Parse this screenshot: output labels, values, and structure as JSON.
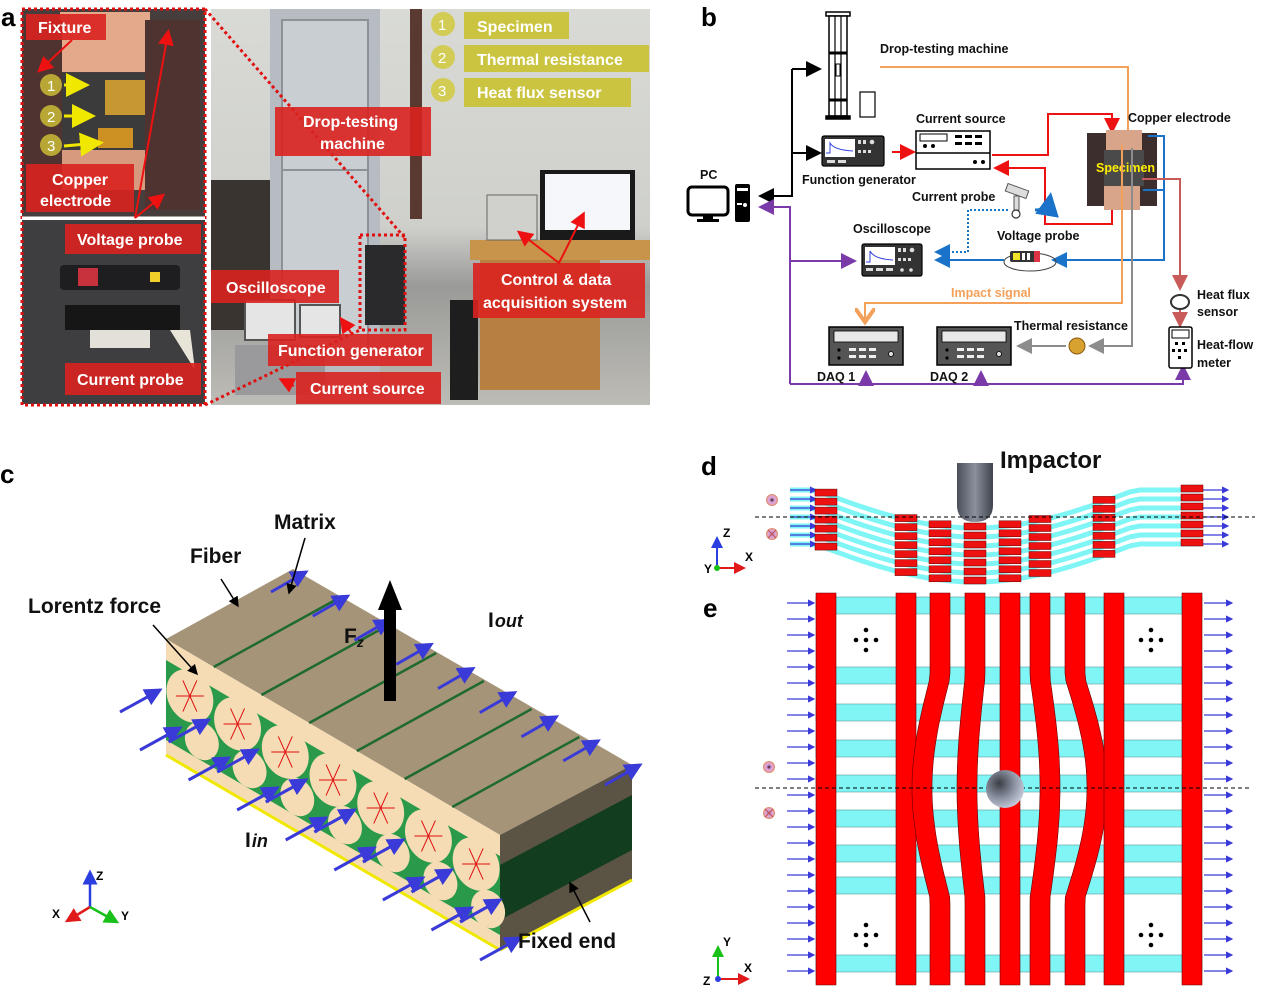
{
  "figure": {
    "panels": {
      "a": {
        "letter": "a",
        "inset_labels": {
          "fixture": "Fixture",
          "copper_electrode_line1": "Copper",
          "copper_electrode_line2": "electrode",
          "voltage_probe": "Voltage probe",
          "current_probe": "Current probe"
        },
        "numbered_legend": [
          {
            "num": "1",
            "label": "Specimen"
          },
          {
            "num": "2",
            "label": "Thermal resistance"
          },
          {
            "num": "3",
            "label": "Heat flux sensor"
          }
        ],
        "scene_labels": {
          "drop_testing_line1": "Drop-testing",
          "drop_testing_line2": "machine",
          "oscilloscope": "Oscilloscope",
          "function_generator": "Function generator",
          "current_source": "Current source",
          "control_line1": "Control & data",
          "control_line2": "acquisition system"
        },
        "colors": {
          "label_bg": "#d9221f",
          "legend_bg": "#c9c234",
          "dashed_border": "#e01010"
        }
      },
      "b": {
        "letter": "b",
        "labels": {
          "drop_testing_machine": "Drop-testing machine",
          "pc": "PC",
          "function_generator": "Function generator",
          "current_source": "Current source",
          "copper_electrode": "Copper electrode",
          "specimen": "Specimen",
          "current_probe": "Current probe",
          "voltage_probe": "Voltage probe",
          "oscilloscope": "Oscilloscope",
          "impact_signal": "Impact signal",
          "thermal_resistance": "Thermal resistance",
          "daq1": "DAQ 1",
          "daq2": "DAQ 2",
          "heat_flux_line1": "Heat flux",
          "heat_flux_line2": "sensor",
          "heat_flow_line1": "Heat-flow",
          "heat_flow_line2": "meter"
        },
        "colors": {
          "control": "#000000",
          "current": "#ee1111",
          "voltage": "#1a73c8",
          "impact": "#f3a05a",
          "thermal": "#8c8c8c",
          "heat_flux": "#c85a5a",
          "data": "#7a3aa8",
          "specimen_text": "#ffee00"
        }
      },
      "c": {
        "letter": "c",
        "labels": {
          "matrix": "Matrix",
          "fiber": "Fiber",
          "lorentz_force": "Lorentz force",
          "force_main": "F",
          "force_sub": "z",
          "current_out_main": "I",
          "current_out_sub": "out",
          "current_in_main": "I",
          "current_in_sub": "in",
          "fixed_end": "Fixed end"
        },
        "axes": {
          "z": "Z",
          "x": "X",
          "y": "Y"
        },
        "colors": {
          "top": "#a59478",
          "fiber_face": "#f5dcb4",
          "matrix": "#2a9a4a",
          "current_arrow": "#3a3ad8",
          "lorentz": "#e01010",
          "side_dark": "#5b5344",
          "side_green": "#123d1e",
          "fixed": "#f0e800"
        }
      },
      "d": {
        "letter": "d",
        "labels": {
          "impactor": "Impactor"
        },
        "axes": {
          "z": "Z",
          "x": "X",
          "y": "Y"
        }
      },
      "e": {
        "letter": "e",
        "axes": {
          "y": "Y",
          "x": "X",
          "z": "Z"
        }
      }
    }
  }
}
